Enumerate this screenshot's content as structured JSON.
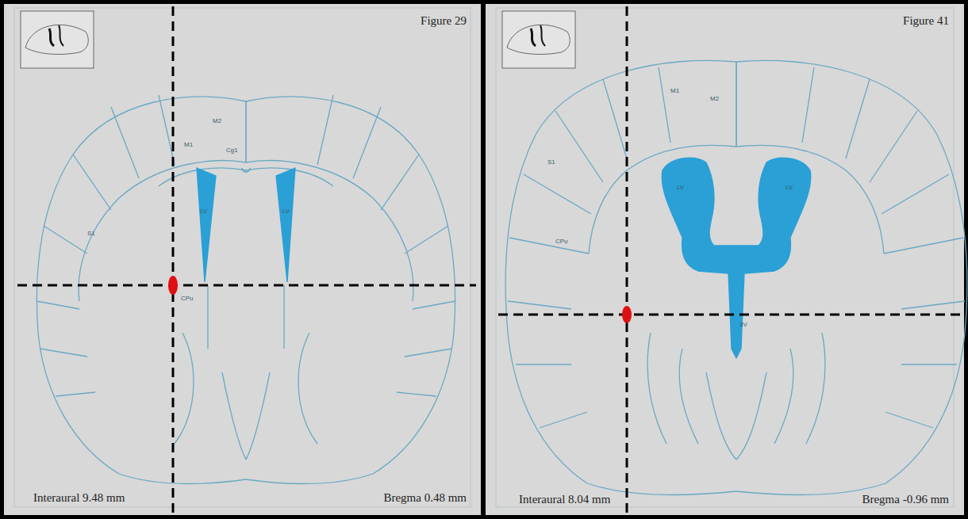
{
  "diagram": {
    "labels": [
      "Figure 29",
      "Interaural 9.48 mm",
      "Bregma 0.48 mm",
      "M1",
      "M2",
      "Cg1",
      "CPu",
      "LV",
      "LV",
      "S1",
      "Figure 41",
      "Interaural 8.04 mm",
      "Bregma -0.96 mm",
      "M1",
      "M2",
      "CPu",
      "LV",
      "LV",
      "3V",
      "S1"
    ]
  }
}
